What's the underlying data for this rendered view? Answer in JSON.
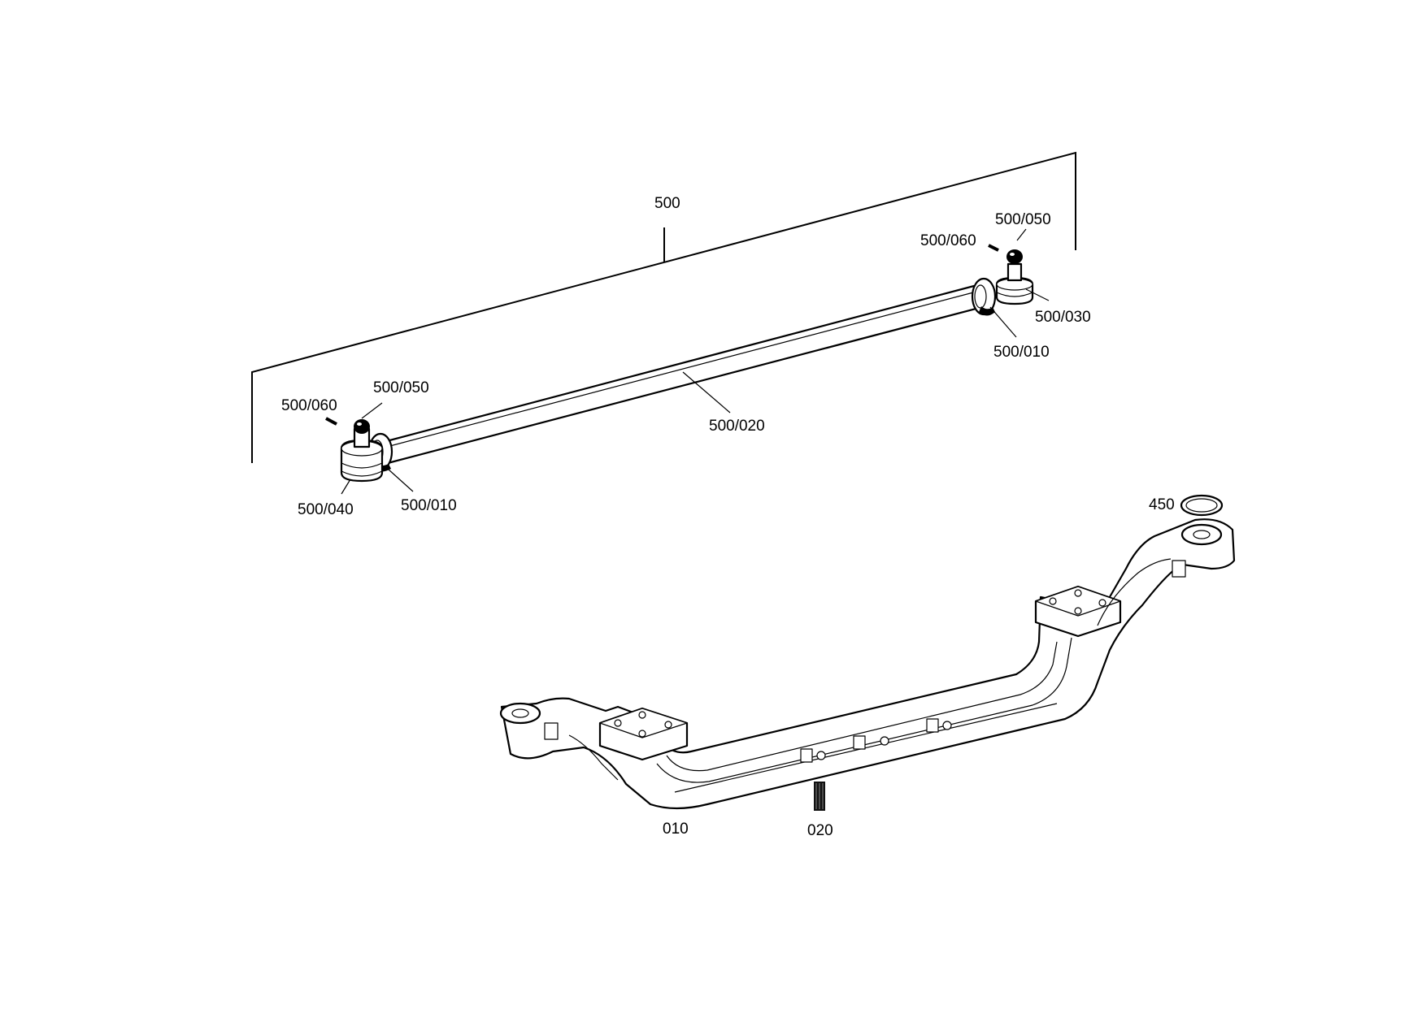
{
  "diagram": {
    "callouts": {
      "assembly_500": "500",
      "right_500_050": "500/050",
      "right_500_060": "500/060",
      "right_500_030": "500/030",
      "right_500_010": "500/010",
      "left_500_060": "500/060",
      "left_500_050": "500/050",
      "tube_500_020": "500/020",
      "left_500_040": "500/040",
      "left_500_010": "500/010",
      "ring_450": "450",
      "axle_010": "010",
      "plate_020": "020"
    }
  }
}
